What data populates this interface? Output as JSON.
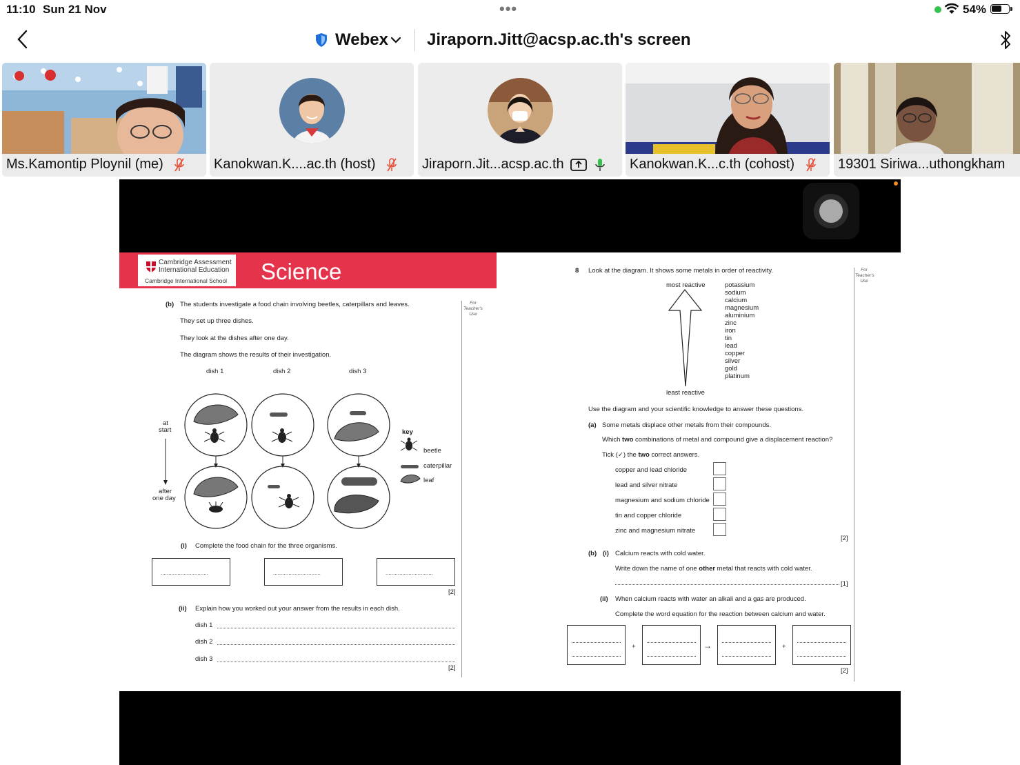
{
  "status_bar": {
    "time": "11:10",
    "date": "Sun 21 Nov",
    "battery": "54%"
  },
  "top_bar": {
    "app_name": "Webex",
    "screen_title": "Jiraporn.Jitt@acsp.ac.th's screen"
  },
  "participants": [
    {
      "name": "Ms.Kamontip Ploynil (me)",
      "audio": "muted"
    },
    {
      "name": "Kanokwan.K....ac.th (host)",
      "audio": "muted"
    },
    {
      "name": "Jiraporn.Jit...acsp.ac.th",
      "audio": "unmuted",
      "sharing": true
    },
    {
      "name": "Kanokwan.K...c.th (cohost)",
      "audio": "muted"
    },
    {
      "name": "19301 Siriwa...uthongkham"
    }
  ],
  "document": {
    "logo": {
      "line1": "Cambridge Assessment",
      "line2": "International Education",
      "line3": "Cambridge International School"
    },
    "subject": "Science",
    "left": {
      "part_b": "(b)",
      "intro": "The students investigate a food chain involving beetles, caterpillars and leaves.",
      "line2": "They set up three dishes.",
      "line3": "They look at the dishes after one day.",
      "line4": "The diagram shows the results of their investigation.",
      "dish1": "dish 1",
      "dish2": "dish 2",
      "dish3": "dish 3",
      "at_start_1": "at",
      "at_start_2": "start",
      "after_1": "after",
      "after_2": "one day",
      "key_title": "key",
      "key_beetle": "beetle",
      "key_caterpillar": "caterpillar",
      "key_leaf": "leaf",
      "q_i_num": "(i)",
      "q_i": "Complete the food chain for the three organisms.",
      "blank": "...............................",
      "marks": "[2]",
      "q_ii_num": "(ii)",
      "q_ii": "Explain how you worked out your answer from the results in each dish.",
      "ans_dish1": "dish 1",
      "ans_dish2": "dish 2",
      "ans_dish3": "dish 3",
      "for_teacher": "For Teacher's Use"
    },
    "right": {
      "q_num": "8",
      "intro": "Look at the diagram. It shows some metals in order of reactivity.",
      "most": "most reactive",
      "least": "least reactive",
      "metals": [
        "potassium",
        "sodium",
        "calcium",
        "magnesium",
        "aluminium",
        "zinc",
        "iron",
        "tin",
        "lead",
        "copper",
        "silver",
        "gold",
        "platinum"
      ],
      "use_diagram": "Use the diagram and your scientific knowledge to answer these questions.",
      "a_num": "(a)",
      "a_text": "Some metals displace other metals from their compounds.",
      "a_q_pre": "Which ",
      "a_q_bold": "two",
      "a_q_post": " combinations of metal and compound give a displacement reaction?",
      "tick_pre": "Tick (✓) the ",
      "tick_bold": "two",
      "tick_post": " correct answers.",
      "options": [
        "copper and lead chloride",
        "lead and silver nitrate",
        "magnesium and sodium chloride",
        "tin and copper chloride",
        "zinc and magnesium nitrate"
      ],
      "marks_a": "[2]",
      "b_num": "(b)",
      "b_i_num": "(i)",
      "b_i_text": "Calcium reacts with cold water.",
      "b_i_q_pre": "Write down the name of one ",
      "b_i_q_bold": "other",
      "b_i_q_post": " metal that reacts with cold water.",
      "marks_b_i": "[1]",
      "b_ii_num": "(ii)",
      "b_ii_text": "When calcium reacts with water an alkali and a gas are produced.",
      "b_ii_q": "Complete the word equation for the reaction between calcium and water.",
      "plus": "+",
      "arrow": "→",
      "marks_b_ii": "[2]",
      "for_teacher": "For Teacher's Use"
    }
  },
  "colors": {
    "banner": "#e5334b",
    "active_mic": "#33c24d",
    "muted_mic": "#e5533d",
    "shield": "#1f6fd6"
  }
}
